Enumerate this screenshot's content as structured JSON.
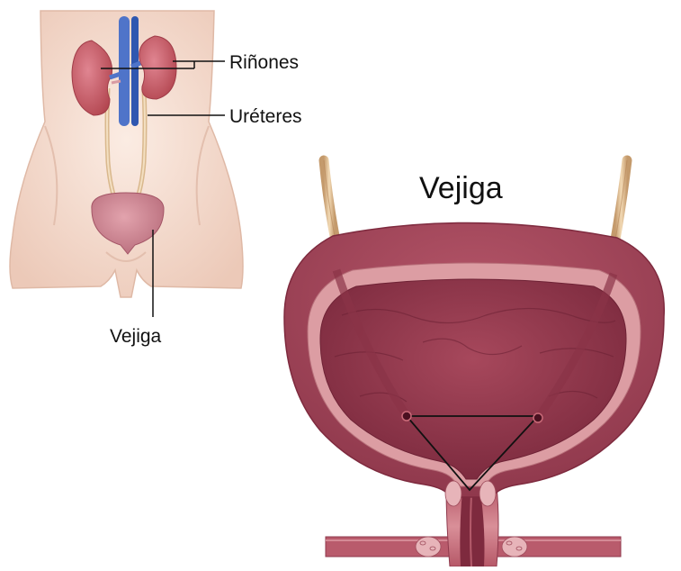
{
  "torso_figure": {
    "labels": {
      "kidneys": "Riñones",
      "ureters": "Uréteres",
      "bladder": "Vejiga"
    }
  },
  "bladder_figure": {
    "title": "Vejiga"
  },
  "colors": {
    "skin": "#f4dccf",
    "kidney": "#c65a66",
    "ureter": "#e8c79c",
    "vein": "#4f74c9",
    "bladder_outer": "#a94a5c",
    "bladder_inner": "#8b2f45",
    "bladder_lining": "#e3a0a3"
  }
}
